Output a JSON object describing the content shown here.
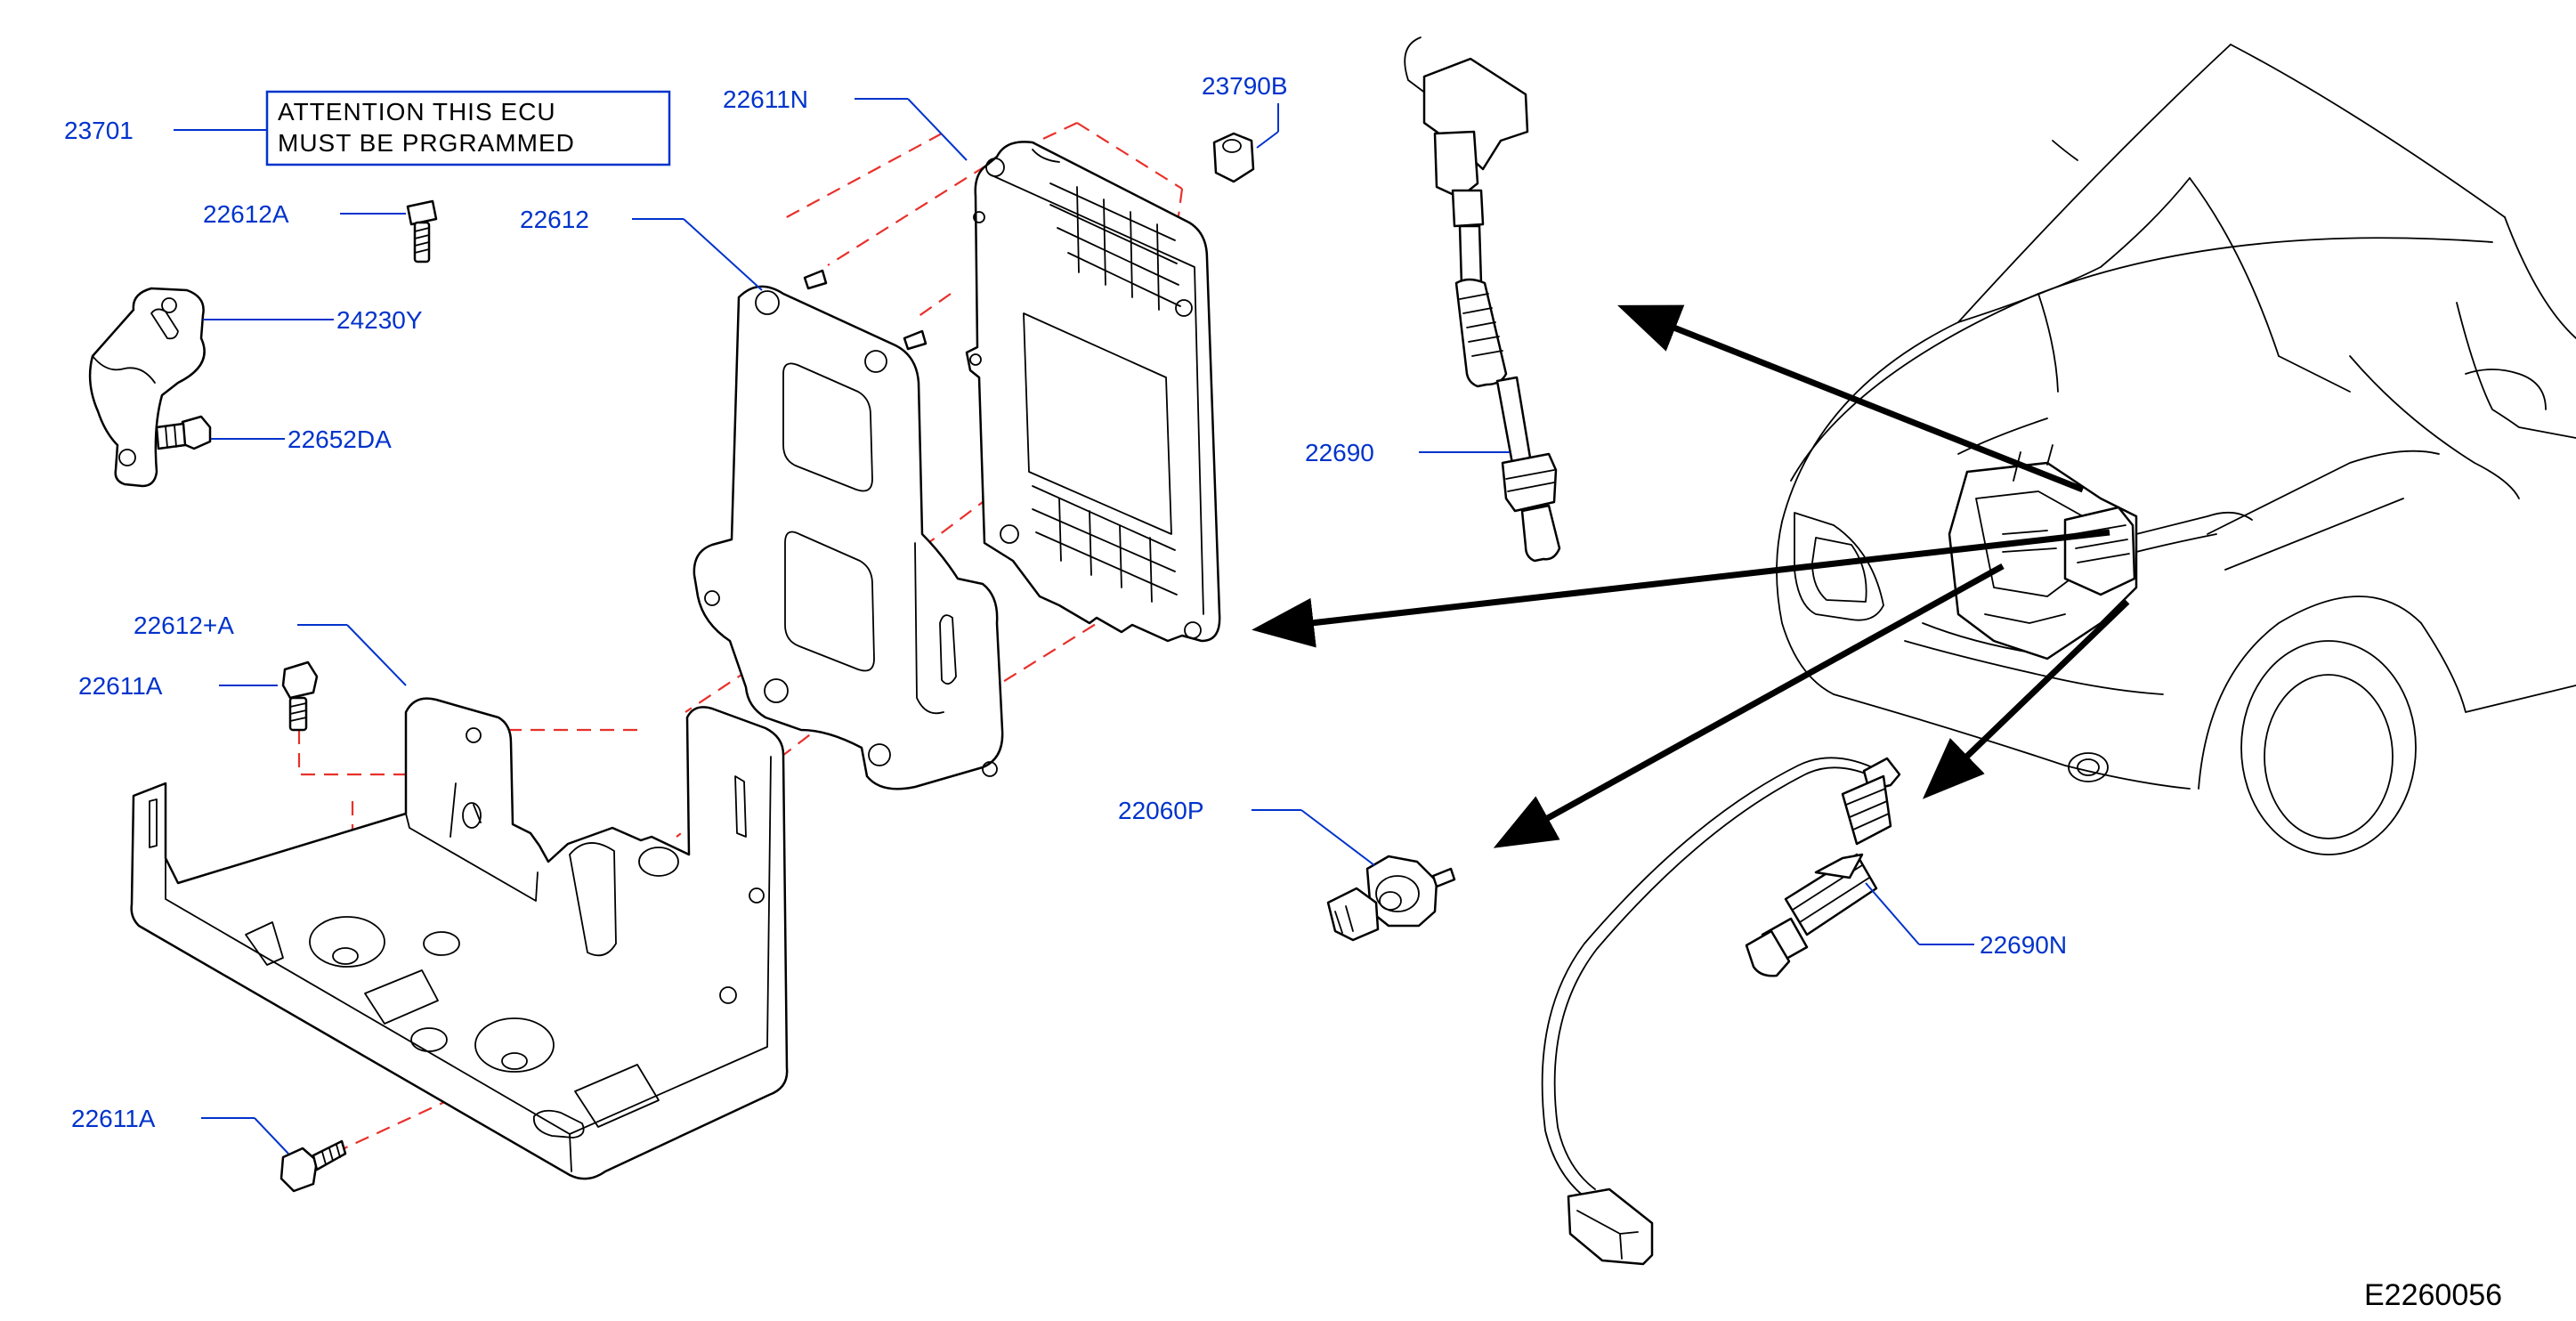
{
  "note": {
    "line1": "ATTENTION  THIS  ECU",
    "line2": "MUST  BE  PRGRAMMED"
  },
  "callouts": {
    "p23701": "23701",
    "p22612A": "22612A",
    "p24230Y": "24230Y",
    "p22652DA": "22652DA",
    "p22612": "22612",
    "p22611N": "22611N",
    "p23790B": "23790B",
    "p22690": "22690",
    "p22612plusA": "22612+A",
    "p22611A_top": "22611A",
    "p22611A_bottom": "22611A",
    "p22060P": "22060P",
    "p22690N": "22690N"
  },
  "diagram_code": "E2260056",
  "colors": {
    "callout": "#0033cc",
    "dashed_guide": "#e8302a",
    "line": "#000000",
    "background": "#ffffff"
  }
}
